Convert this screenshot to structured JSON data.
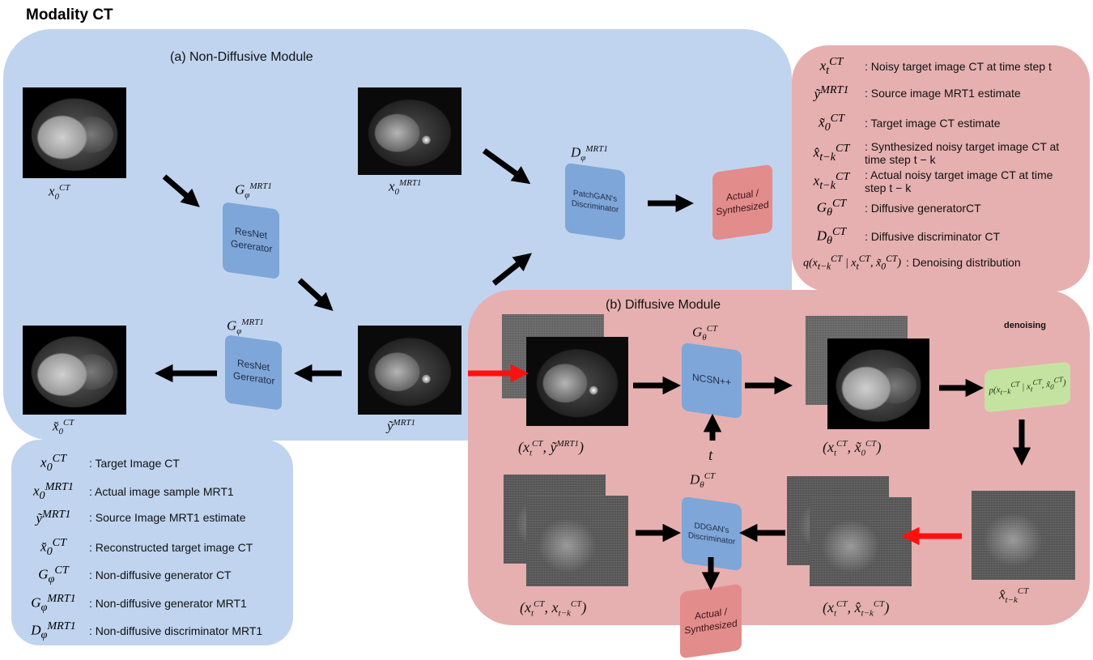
{
  "page_title": "Modality CT",
  "non_diffusive": {
    "title": "(a) Non-Diffusive Module",
    "resnet_top": "ResNet Gererator",
    "resnet_bottom": "ResNet Gererator",
    "patchgan": "PatchGAN's Discriminator",
    "actual_top": "Actual / Synthesized"
  },
  "diffusive": {
    "title": "(b) Diffusive Module",
    "ncsn": "NCSN++",
    "ddgan": "DDGAN's Discriminator",
    "actual_bottom": "Actual / Synthesized",
    "denoising_label": "denoising",
    "time_label": "t"
  },
  "legend_right": [
    {
      "sym": "x_t^CT",
      "desc": ": Noisy target image CT at time step t"
    },
    {
      "sym": "ỹ^MRT1",
      "desc": ": Source image MRT1 estimate"
    },
    {
      "sym": "x̃_0^CT",
      "desc": ": Target image CT estimate"
    },
    {
      "sym": "x̂_{t−k}^CT",
      "desc": ": Synthesized noisy target image CT at time step t − k"
    },
    {
      "sym": "x_{t−k}^CT",
      "desc": ": Actual noisy target image CT at time step t − k"
    },
    {
      "sym": "G_θ^CT",
      "desc": ": Diffusive generatorCT"
    },
    {
      "sym": "D_θ^CT",
      "desc": ": Diffusive discriminator CT"
    },
    {
      "sym": "q(x_{t−k}^CT | x_t^CT, x̃_0^CT)",
      "desc": ": Denoising distribution"
    }
  ],
  "legend_left": [
    {
      "sym": "x_0^CT",
      "desc": ": Target Image CT"
    },
    {
      "sym": "x_0^MRT1",
      "desc": ": Actual image sample MRT1"
    },
    {
      "sym": "ỹ^MRT1",
      "desc": ": Source Image MRT1 estimate"
    },
    {
      "sym": "x̆_0^CT",
      "desc": ": Reconstructed target image CT"
    },
    {
      "sym": "G_φ^CT",
      "desc": ": Non-diffusive generator CT"
    },
    {
      "sym": "G_φ^MRT1",
      "desc": ": Non-diffusive generator MRT1"
    },
    {
      "sym": "D_φ^MRT1",
      "desc": ": Non-diffusive discriminator MRT1"
    }
  ],
  "labels": {
    "x0ct": "x_0^CT",
    "x0mrt1": "x_0^MRT1",
    "gphi_top": "G_φ^MRT1",
    "gphi_bottom": "G_φ^MRT1",
    "dphi": "D_φ^MRT1",
    "xrecon": "x̆_0^CT",
    "ytilde": "ỹ^MRT1",
    "gtheta": "G_θ^CT",
    "dtheta": "D_θ^CT",
    "pair1": "(x_t^CT, ỹ^MRT1)",
    "pair2": "(x_t^CT, x̃_0^CT)",
    "pair3": "(x_t^CT, x_{t−k}^CT)",
    "pair4": "(x_t^CT, x̂_{t−k}^CT)",
    "xhat": "x̂_{t−k}^CT",
    "pdist": "p(x_{t−k}^CT | x_t^CT, x̃_0^CT)"
  },
  "colors": {
    "blue_panel": "#c0d4ef",
    "pink_panel": "#e6b0b0",
    "arrow": "#000000",
    "red_arrow": "#ff1010"
  }
}
